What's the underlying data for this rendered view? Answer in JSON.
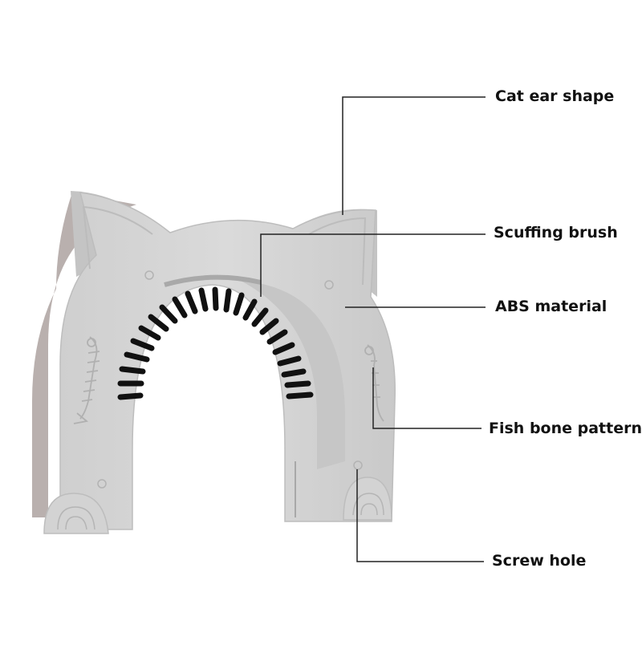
{
  "callouts": {
    "ear": "Cat ear shape",
    "brush": "Scuffing brush",
    "abs": "ABS material",
    "fish": "Fish bone pattern",
    "screw": "Screw hole"
  },
  "colors": {
    "body": "#d5d5d5",
    "body_shade": "#c2c2c2",
    "back_panel": "#b9b0ae",
    "bristles": "#111111",
    "leader_line": "#222222",
    "text": "#111111"
  }
}
